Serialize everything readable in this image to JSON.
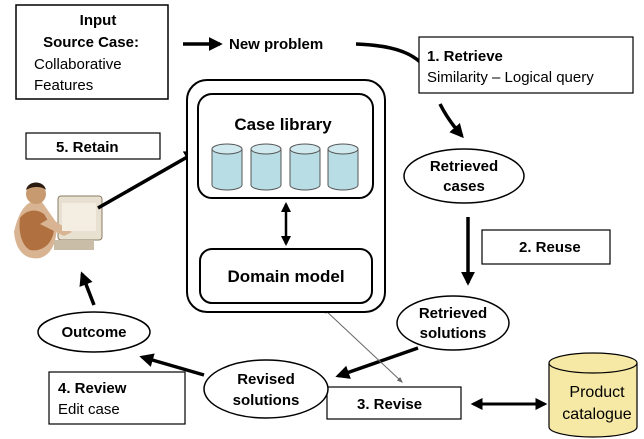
{
  "input_box": {
    "line1": "Input",
    "line2": "Source Case:",
    "line3": "Collaborative",
    "line4": "Features"
  },
  "new_problem": "New problem",
  "retrieve_box": {
    "title": "1. Retrieve",
    "subtitle": "Similarity – Logical query"
  },
  "retrieved_cases": {
    "line1": "Retrieved",
    "line2": "cases"
  },
  "reuse_box": "2. Reuse",
  "retrieved_solutions": {
    "line1": "Retrieved",
    "line2": "solutions"
  },
  "revise_box": "3. Revise",
  "product_catalogue": {
    "line1": "Product",
    "line2": "catalogue"
  },
  "revised_solutions": {
    "line1": "Revised",
    "line2": "solutions"
  },
  "review_box": {
    "title": "4. Review",
    "subtitle": "Edit case"
  },
  "outcome": "Outcome",
  "retain_box": "5. Retain",
  "case_library": "Case library",
  "domain_model": "Domain model",
  "colors": {
    "cylinder_fill": "#b8dde4",
    "catalogue_fill": "#f6e9a6",
    "line": "#000000"
  },
  "icons": {
    "person": "person-at-computer-icon"
  }
}
